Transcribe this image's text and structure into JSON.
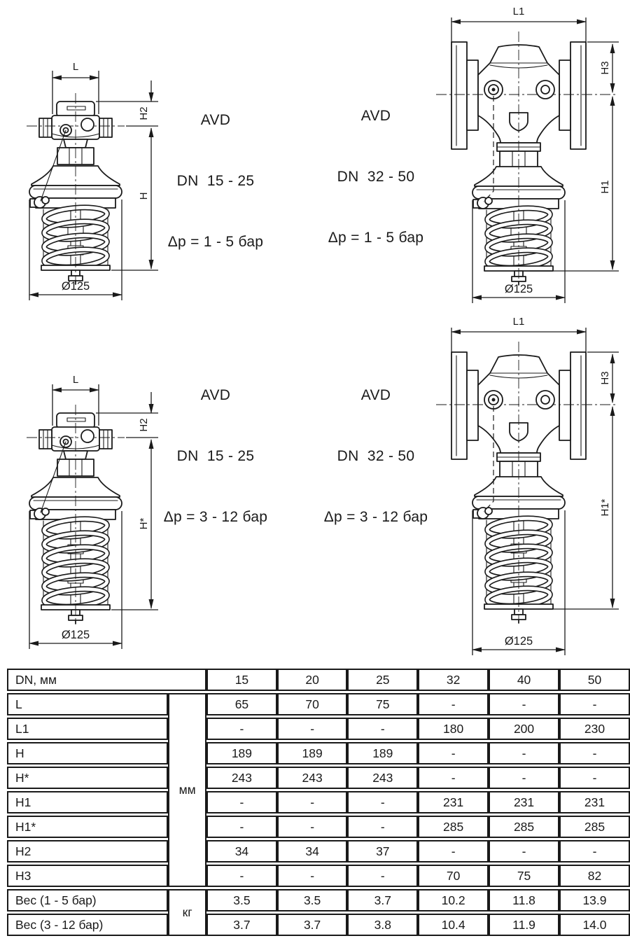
{
  "page": {
    "background": "#ffffff",
    "ink": "#1a1a1a"
  },
  "captions": {
    "top_left": {
      "line1": "AVD",
      "line2": "DN  15 - 25",
      "line3": "Δp = 1 - 5 бар"
    },
    "top_right": {
      "line1": "AVD",
      "line2": "DN  32 - 50",
      "line3": "Δp = 1 - 5 бар"
    },
    "bottom_left": {
      "line1": "AVD",
      "line2": "DN  15 - 25",
      "line3": "Δp = 3 - 12 бар"
    },
    "bottom_right": {
      "line1": "AVD",
      "line2": "DN  32 - 50",
      "line3": "Δp = 3 - 12 бар"
    }
  },
  "figures": {
    "fig1": {
      "width": "L",
      "side_upper": "H2",
      "side_lower": "H",
      "diameter": "Ø125"
    },
    "fig2": {
      "width": "L1",
      "side_upper": "H3",
      "side_lower": "H1",
      "diameter": "Ø125"
    },
    "fig3": {
      "width": "L",
      "side_upper": "H2",
      "side_lower": "H*",
      "diameter": "Ø125"
    },
    "fig4": {
      "width": "L1",
      "side_upper": "H3",
      "side_lower": "H1*",
      "diameter": "Ø125"
    }
  },
  "table": {
    "header": {
      "label": "DN, мм",
      "columns": [
        "15",
        "20",
        "25",
        "32",
        "40",
        "50"
      ]
    },
    "unit_mm": "мм",
    "unit_kg": "кг",
    "rows": [
      {
        "label": "L",
        "values": [
          "65",
          "70",
          "75",
          "-",
          "-",
          "-"
        ]
      },
      {
        "label": "L1",
        "values": [
          "-",
          "-",
          "-",
          "180",
          "200",
          "230"
        ]
      },
      {
        "label": "H",
        "values": [
          "189",
          "189",
          "189",
          "-",
          "-",
          "-"
        ]
      },
      {
        "label": "H*",
        "values": [
          "243",
          "243",
          "243",
          "-",
          "-",
          "-"
        ]
      },
      {
        "label": "H1",
        "values": [
          "-",
          "-",
          "-",
          "231",
          "231",
          "231"
        ]
      },
      {
        "label": "H1*",
        "values": [
          "-",
          "-",
          "-",
          "285",
          "285",
          "285"
        ]
      },
      {
        "label": "H2",
        "values": [
          "34",
          "34",
          "37",
          "-",
          "-",
          "-"
        ]
      },
      {
        "label": "H3",
        "values": [
          "-",
          "-",
          "-",
          "70",
          "75",
          "82"
        ]
      }
    ],
    "weight_rows": [
      {
        "label": "Вес (1 - 5 бар)",
        "values": [
          "3.5",
          "3.5",
          "3.7",
          "10.2",
          "11.8",
          "13.9"
        ]
      },
      {
        "label": "Вес (3 - 12 бар)",
        "values": [
          "3.7",
          "3.7",
          "3.8",
          "10.4",
          "11.9",
          "14.0"
        ]
      }
    ]
  }
}
